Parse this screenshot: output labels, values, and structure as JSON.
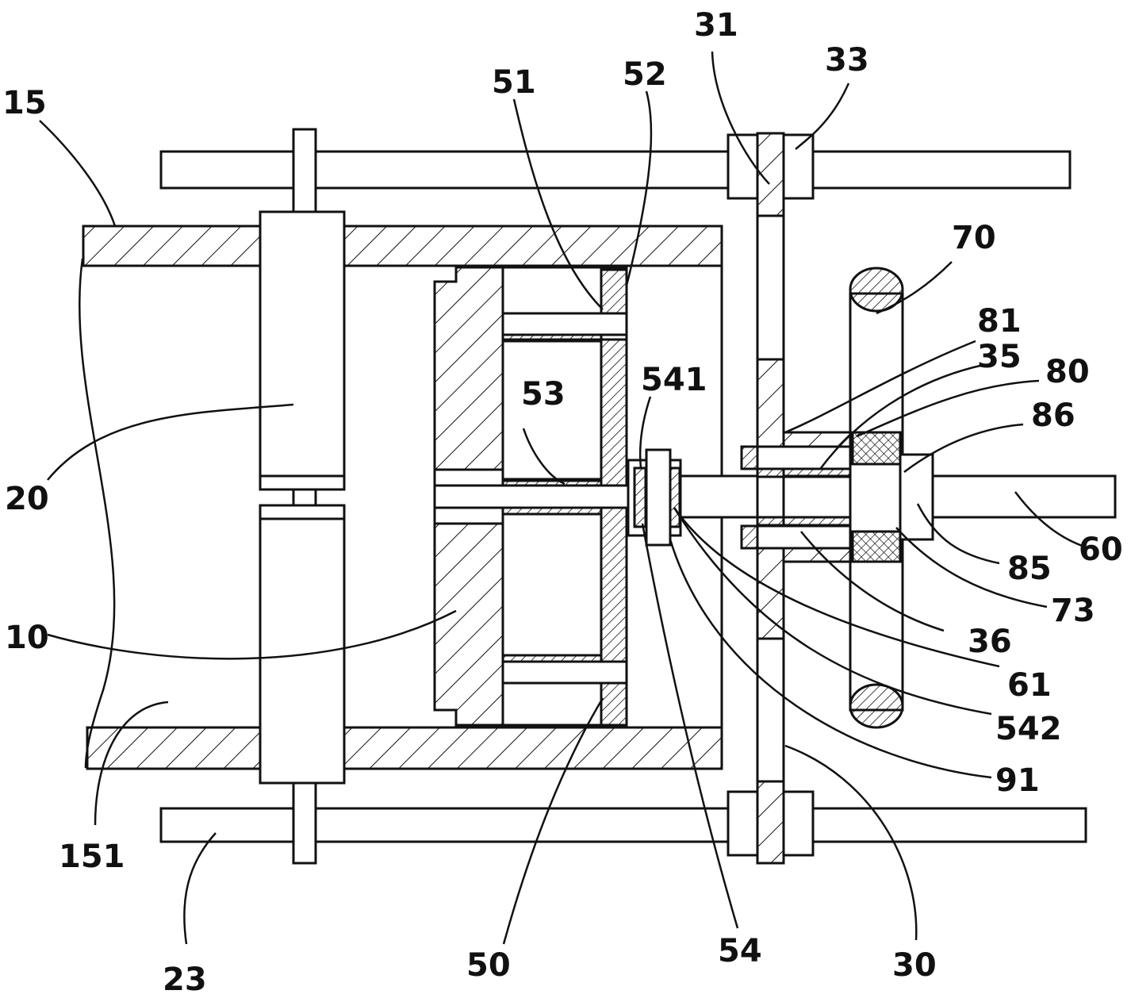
{
  "colors": {
    "line": "#111111",
    "background": "#ffffff"
  },
  "labels": {
    "l15": "15",
    "l20": "20",
    "l10": "10",
    "l151": "151",
    "l23": "23",
    "l51": "51",
    "l52": "52",
    "l31": "31",
    "l33": "33",
    "l70": "70",
    "l81": "81",
    "l35": "35",
    "l80": "80",
    "l86": "86",
    "l541": "541",
    "l53": "53",
    "l60": "60",
    "l85": "85",
    "l73": "73",
    "l36": "36",
    "l61": "61",
    "l542": "542",
    "l91": "91",
    "l30": "30",
    "l54": "54",
    "l50": "50"
  }
}
